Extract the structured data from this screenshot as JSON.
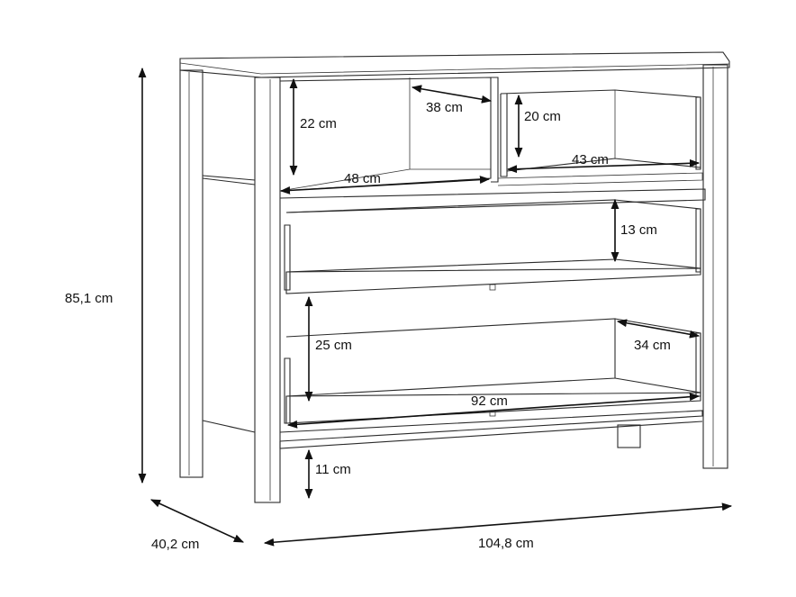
{
  "figure": {
    "subject": "chest-of-drawers-dimension-drawing",
    "dimensions": {
      "overall_height": "85,1 cm",
      "overall_depth": "40,2 cm",
      "overall_width": "104,8 cm",
      "open_compartment_height": "22 cm",
      "open_compartment_depth": "38 cm",
      "open_compartment_width": "48 cm",
      "small_drawer_height": "20 cm",
      "small_drawer_width": "43 cm",
      "middle_drawer_height": "13 cm",
      "bottom_drawer_height": "25 cm",
      "bottom_drawer_depth": "34 cm",
      "bottom_drawer_width": "92 cm",
      "leg_clearance": "11 cm"
    }
  }
}
